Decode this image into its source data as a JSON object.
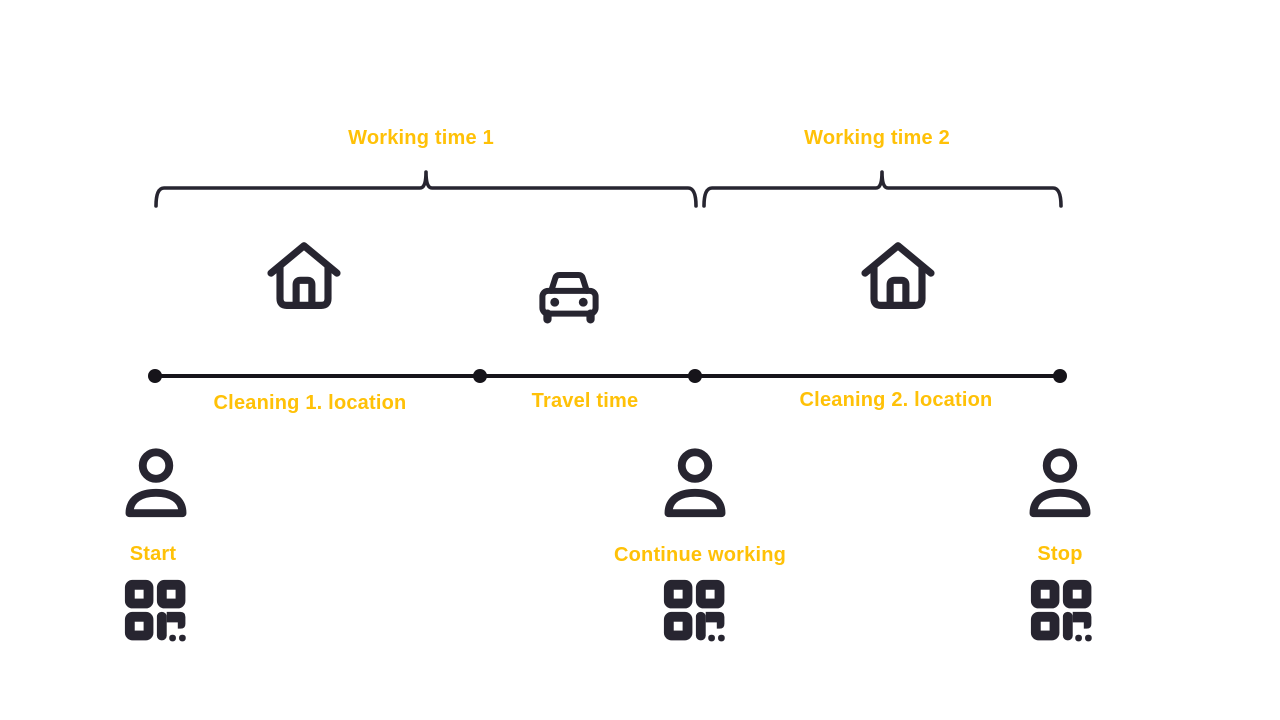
{
  "colors": {
    "accent": "#FFC107",
    "ink": "#272530",
    "background": "#ffffff"
  },
  "working_time": {
    "brace1_label": "Working time 1",
    "brace2_label": "Working time 2"
  },
  "timeline": {
    "segments": [
      {
        "label": "Cleaning 1. location"
      },
      {
        "label": "Travel time"
      },
      {
        "label": "Cleaning 2. location"
      }
    ]
  },
  "stages": [
    {
      "label": "Start"
    },
    {
      "label": "Continue working"
    },
    {
      "label": "Stop"
    }
  ],
  "icons": {
    "house": "home-icon",
    "car": "car-icon",
    "person": "person-icon",
    "qr": "qr-code-icon"
  }
}
